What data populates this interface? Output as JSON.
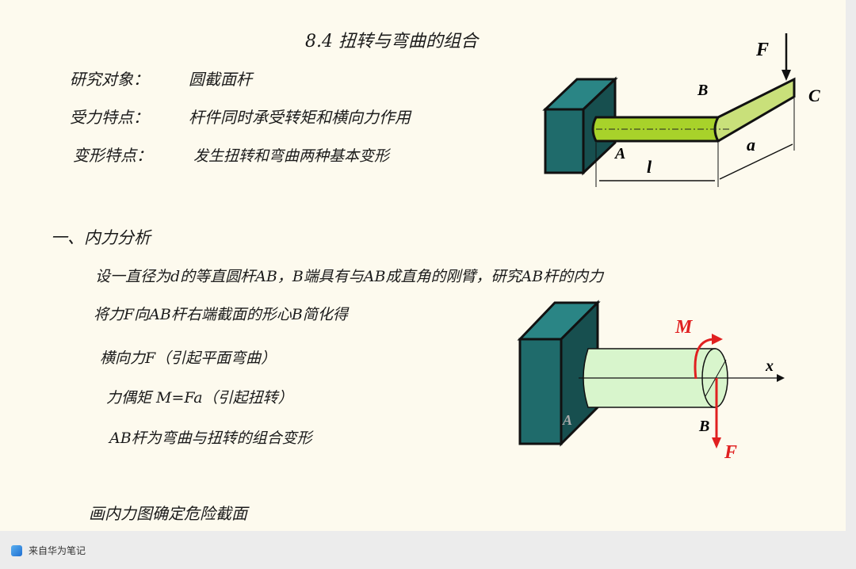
{
  "note": {
    "title": "8.4 扭转与弯曲的组合",
    "rows": [
      {
        "label": "研究对象：",
        "value": "圆截面杆"
      },
      {
        "label": "受力特点：",
        "value": "杆件同时承受转矩和横向力作用"
      },
      {
        "label": "变形特点：",
        "value": "发生扭转和弯曲两种基本变形"
      }
    ],
    "section1": "一、内力分析",
    "lines": [
      "设一直径为d的等直圆杆AB，B端具有与AB成直角的刚臂，研究AB杆的内力",
      "将力F向AB杆右端截面的形心B简化得",
      "横向力F（引起平面弯曲）",
      "力偶矩 M=Fa（引起扭转）",
      "AB杆为弯曲与扭转的组合变形"
    ],
    "last_line": "画内力图确定危险截面"
  },
  "figure1": {
    "labels": {
      "F": "F",
      "B": "B",
      "C": "C",
      "A": "A",
      "l": "l",
      "a": "a"
    },
    "colors": {
      "wall": "#1f6b6b",
      "bar": "#a8d22a",
      "arrow": "#111111"
    }
  },
  "figure2": {
    "labels": {
      "M": "M",
      "x": "x",
      "A": "A",
      "B": "B",
      "F": "F"
    },
    "colors": {
      "wall": "#1f6b6b",
      "bar": "#d8f5cc",
      "arrow": "#e02020"
    }
  },
  "footer": {
    "source": "来自华为笔记",
    "icon": "huawei-notes-icon"
  }
}
